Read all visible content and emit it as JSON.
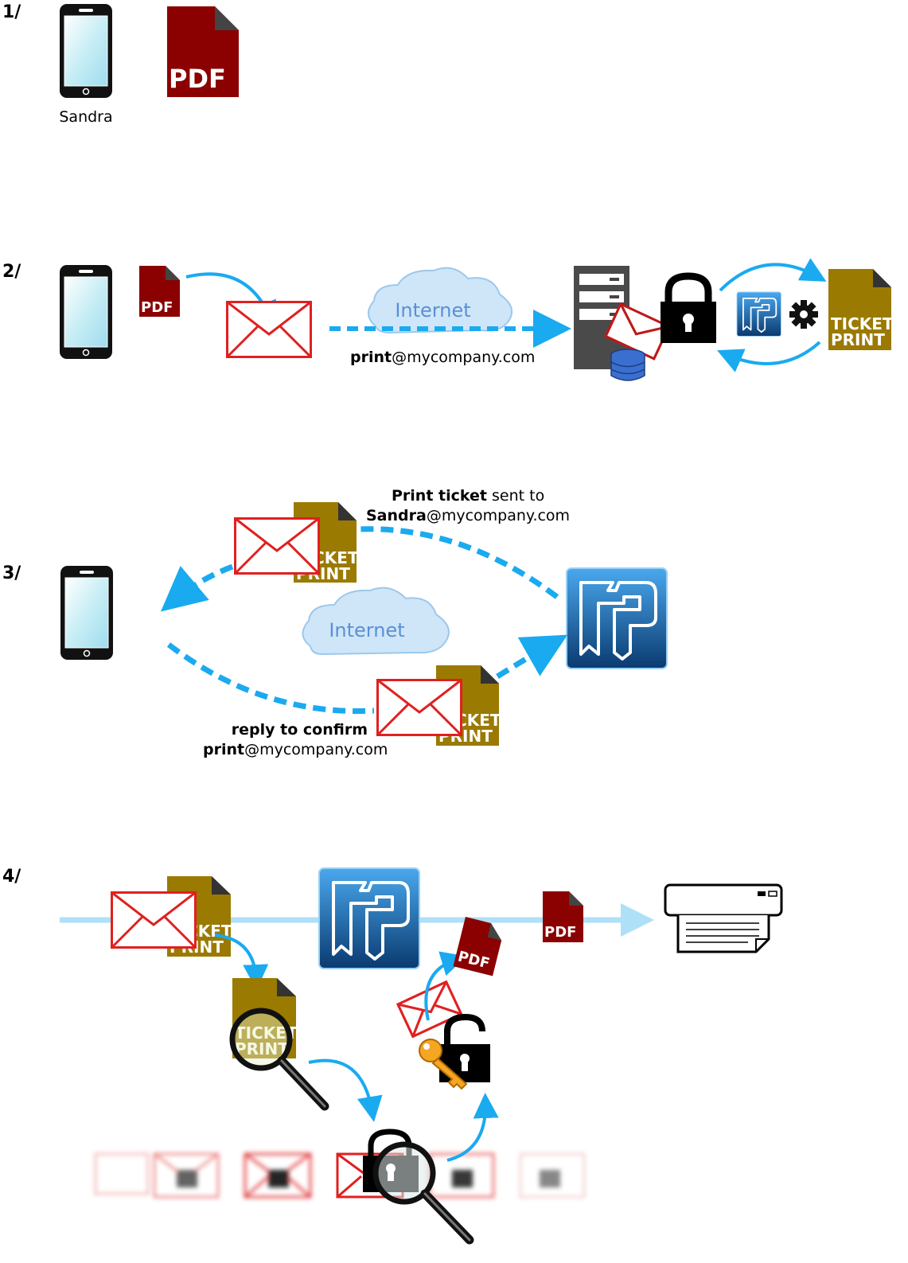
{
  "steps": [
    {
      "label": "1/",
      "person": "Sandra",
      "file_label": "PDF"
    },
    {
      "label": "2/",
      "file_label": "PDF",
      "cloud_label": "Internet",
      "address_bold": "print",
      "address_rest": "@mycompany.com",
      "ticket_line1": "TICKET",
      "ticket_line2": "PRINT"
    },
    {
      "label": "3/",
      "cloud_label": "Internet",
      "sent_bold": "Print ticket",
      "sent_rest": " sent to",
      "sent_addr_bold": "Sandra",
      "sent_addr_rest": "@mycompany.com",
      "reply_bold": "reply to confirm",
      "reply_addr_bold": "print",
      "reply_addr_rest": "@mycompany.com",
      "ticket_line1": "TICKET",
      "ticket_line2": "PRINT"
    },
    {
      "label": "4/",
      "file_label": "PDF",
      "ticket_line1": "TICKET",
      "ticket_line2": "PRINT"
    }
  ],
  "colors": {
    "pdf_red": "#8b0000",
    "ticket_gold": "#9a7a00",
    "envelope_red": "#e02020",
    "arrow_blue": "#1aaaf0",
    "cloud_blue": "#cfe6f8",
    "cloud_text": "#5b8fd6",
    "app_blue": "#1a5fa8",
    "line_blue": "#aee0f7"
  },
  "icons": [
    "smartphone-icon",
    "pdf-file-icon",
    "envelope-icon",
    "cloud-icon",
    "server-icon",
    "database-icon",
    "padlock-icon",
    "gear-icon",
    "ticket-print-icon",
    "ftp-app-icon",
    "printer-icon",
    "magnifier-icon",
    "key-icon"
  ]
}
